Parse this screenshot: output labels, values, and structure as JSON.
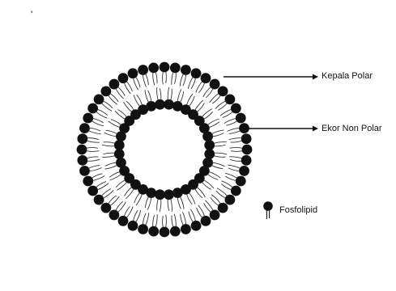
{
  "corner_mark": "'",
  "labels": {
    "polar_head": "Kepala Polar",
    "nonpolar_tail": "Ekor Non Polar",
    "legend": "Fosfolipid"
  },
  "colors": {
    "background": "#ffffff",
    "molecule": "#111111",
    "tail": "#333333",
    "leader_line": "#111111"
  },
  "structure": {
    "type": "liposome-bilayer",
    "outer_leaflet_count": 48,
    "inner_leaflet_count": 32,
    "molecule": "phospholipid",
    "legend_icon": "phospholipid-icon"
  }
}
